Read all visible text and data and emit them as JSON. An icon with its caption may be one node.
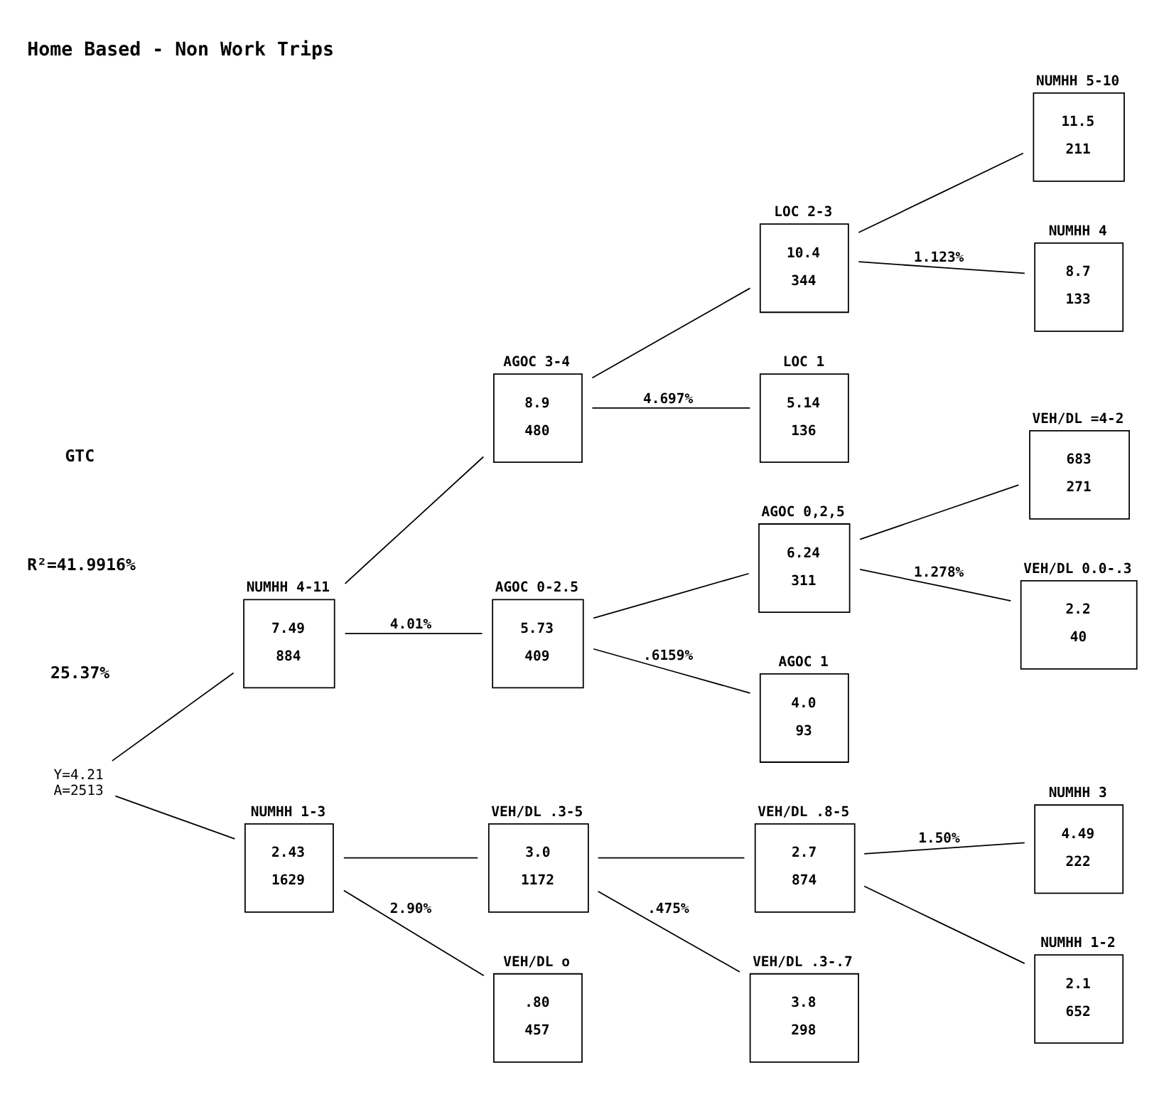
{
  "diagram": {
    "title": "Home Based - Non Work Trips",
    "nodes": [
      {
        "text": [
          "Y=4.21",
          "A=2513"
        ]
      },
      {
        "text": [
          "NUMHH 4-11",
          "7.49",
          "884"
        ]
      },
      {
        "text": [
          "AGOC 3-4",
          "8.9",
          "480"
        ]
      },
      {
        "text": [
          "AGOC 0-2.5",
          "5.73",
          "409"
        ]
      },
      {
        "text": [
          "LOC 2-3",
          "10.4",
          "344"
        ]
      },
      {
        "text": [
          "LOC 1",
          "5.14",
          "136"
        ]
      },
      {
        "text": [
          "AGOC 0,2,5",
          "6.24",
          "311"
        ]
      },
      {
        "text": [
          "AGOC 1",
          "4.0",
          "93"
        ]
      },
      {
        "text": [
          "NUMHH 5-10",
          "11.5",
          "211"
        ]
      },
      {
        "text": [
          "NUMHH 4",
          "8.7",
          "133"
        ]
      },
      {
        "text": [
          "VEH/DL =4-2",
          "683",
          "271"
        ]
      },
      {
        "text": [
          "VEH/DL 0.0-.3",
          "2.2",
          "40"
        ]
      },
      {
        "text": [
          "NUMHH 1-3",
          "2.43",
          "1629"
        ]
      },
      {
        "text": [
          "VEH/DL .3-5",
          "3.0",
          "1172"
        ]
      },
      {
        "text": [
          "VEH/DL o",
          ".80",
          "457"
        ]
      },
      {
        "text": [
          "VEH/DL .8-5",
          "2.7",
          "874"
        ]
      },
      {
        "text": [
          "VEH/DL .3-.7",
          "3.8",
          "298"
        ]
      },
      {
        "text": [
          "NUMHH 3",
          "4.49",
          "222"
        ]
      },
      {
        "text": [
          "NUMHH 1-2",
          "2.1",
          "652"
        ]
      }
    ],
    "edges": [
      {
        "from": 0,
        "to": 1,
        "arrow": "none"
      },
      {
        "from": 0,
        "to": 12,
        "arrow": "none"
      },
      {
        "from": 1,
        "to": 2,
        "arrow": "none"
      },
      {
        "from": 1,
        "to": 3,
        "arrow": "none",
        "label": "4.01%"
      },
      {
        "from": 2,
        "to": 4,
        "arrow": "none"
      },
      {
        "from": 2,
        "to": 5,
        "arrow": "none",
        "label": "4.697%"
      },
      {
        "from": 3,
        "to": 6,
        "arrow": "none"
      },
      {
        "from": 3,
        "to": 7,
        "arrow": "none",
        "label": ".6159%"
      },
      {
        "from": 4,
        "to": 8,
        "arrow": "none"
      },
      {
        "from": 4,
        "to": 9,
        "arrow": "none",
        "label": "1.123%"
      },
      {
        "from": 6,
        "to": 10,
        "arrow": "none"
      },
      {
        "from": 6,
        "to": 11,
        "arrow": "none",
        "label": "1.278%"
      },
      {
        "from": 12,
        "to": 13,
        "arrow": "none"
      },
      {
        "from": 12,
        "to": 14,
        "arrow": "none",
        "label": "2.90%"
      },
      {
        "from": 13,
        "to": 15,
        "arrow": "none"
      },
      {
        "from": 13,
        "to": 16,
        "arrow": "none",
        "label": ".475%"
      },
      {
        "from": 15,
        "to": 17,
        "arrow": "none",
        "label": "1.50%"
      },
      {
        "from": 15,
        "to": 18,
        "arrow": "none"
      }
    ],
    "labels": [
      "GTC",
      "R²=41.9916%",
      "25.37%"
    ]
  }
}
